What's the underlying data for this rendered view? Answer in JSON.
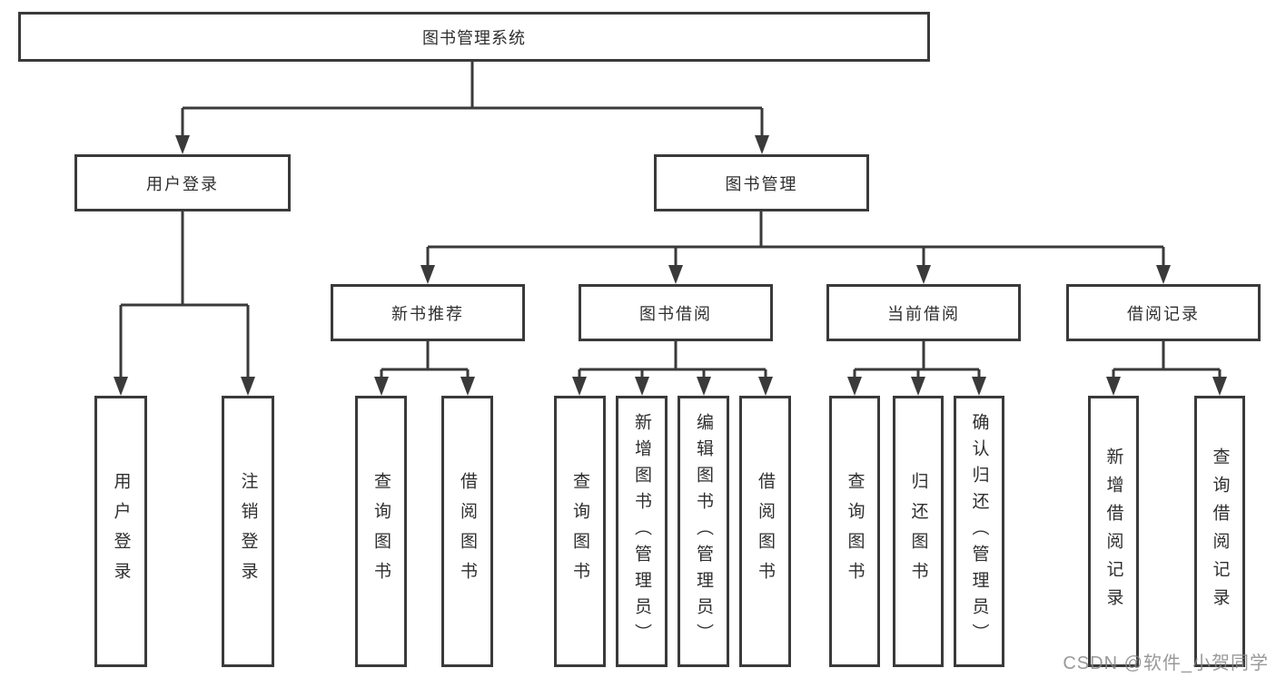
{
  "diagram": {
    "root": "图书管理系统",
    "level2": {
      "user_login": "用户登录",
      "book_management": "图书管理"
    },
    "user_login_children": [
      "用户登录",
      "注销登录"
    ],
    "sections": [
      {
        "label": "新书推荐",
        "children": [
          "查询图书",
          "借阅图书"
        ]
      },
      {
        "label": "图书借阅",
        "children": [
          "查询图书",
          "新增图书（管理员）",
          "编辑图书（管理员）",
          "借阅图书"
        ]
      },
      {
        "label": "当前借阅",
        "children": [
          "查询图书",
          "归还图书",
          "确认归还（管理员）"
        ]
      },
      {
        "label": "借阅记录",
        "children": [
          "新增借阅记录",
          "查询借阅记录"
        ]
      }
    ]
  },
  "watermark": "CSDN @软件_小贺同学",
  "colors": {
    "line": "#3a3a3a",
    "text": "#2f2f2f",
    "watermark": "#878787"
  }
}
